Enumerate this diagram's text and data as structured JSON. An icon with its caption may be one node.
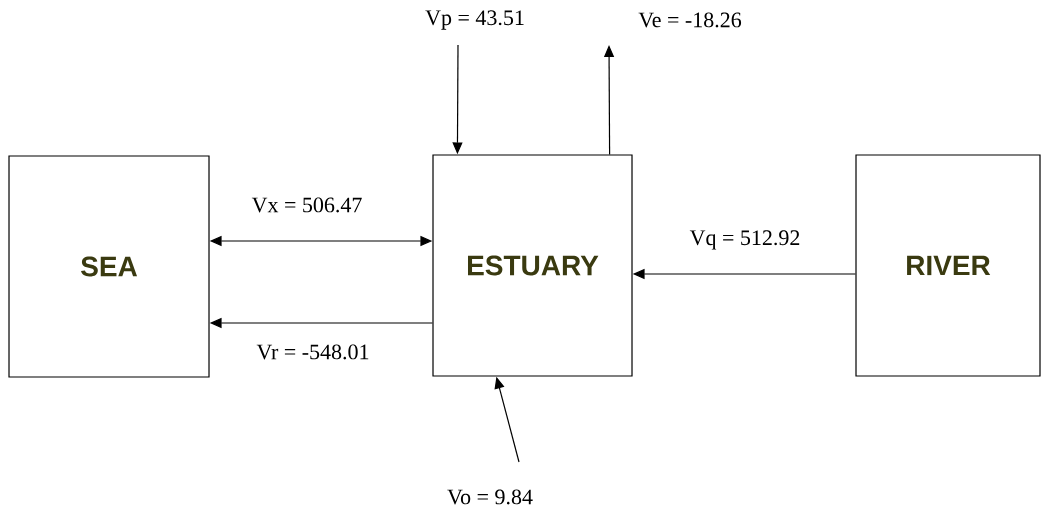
{
  "diagram": {
    "nodes": [
      {
        "text": [
          "SEA"
        ]
      },
      {
        "text": [
          "ESTUARY"
        ]
      },
      {
        "text": [
          "RIVER"
        ]
      }
    ],
    "edges": [
      {
        "from": null,
        "to": 1,
        "arrow": "to",
        "label": "Vp = 43.51"
      },
      {
        "from": 1,
        "to": null,
        "arrow": "to",
        "label": "Ve = -18.26"
      },
      {
        "from": 0,
        "to": 1,
        "arrow": "both",
        "label": "Vx = 506.47"
      },
      {
        "from": 2,
        "to": 1,
        "arrow": "to",
        "label": "Vq = 512.92"
      },
      {
        "from": 1,
        "to": 0,
        "arrow": "to",
        "label": "Vr = -548.01"
      },
      {
        "from": null,
        "to": 1,
        "arrow": "to",
        "label": "Vo = 9.84"
      }
    ]
  }
}
